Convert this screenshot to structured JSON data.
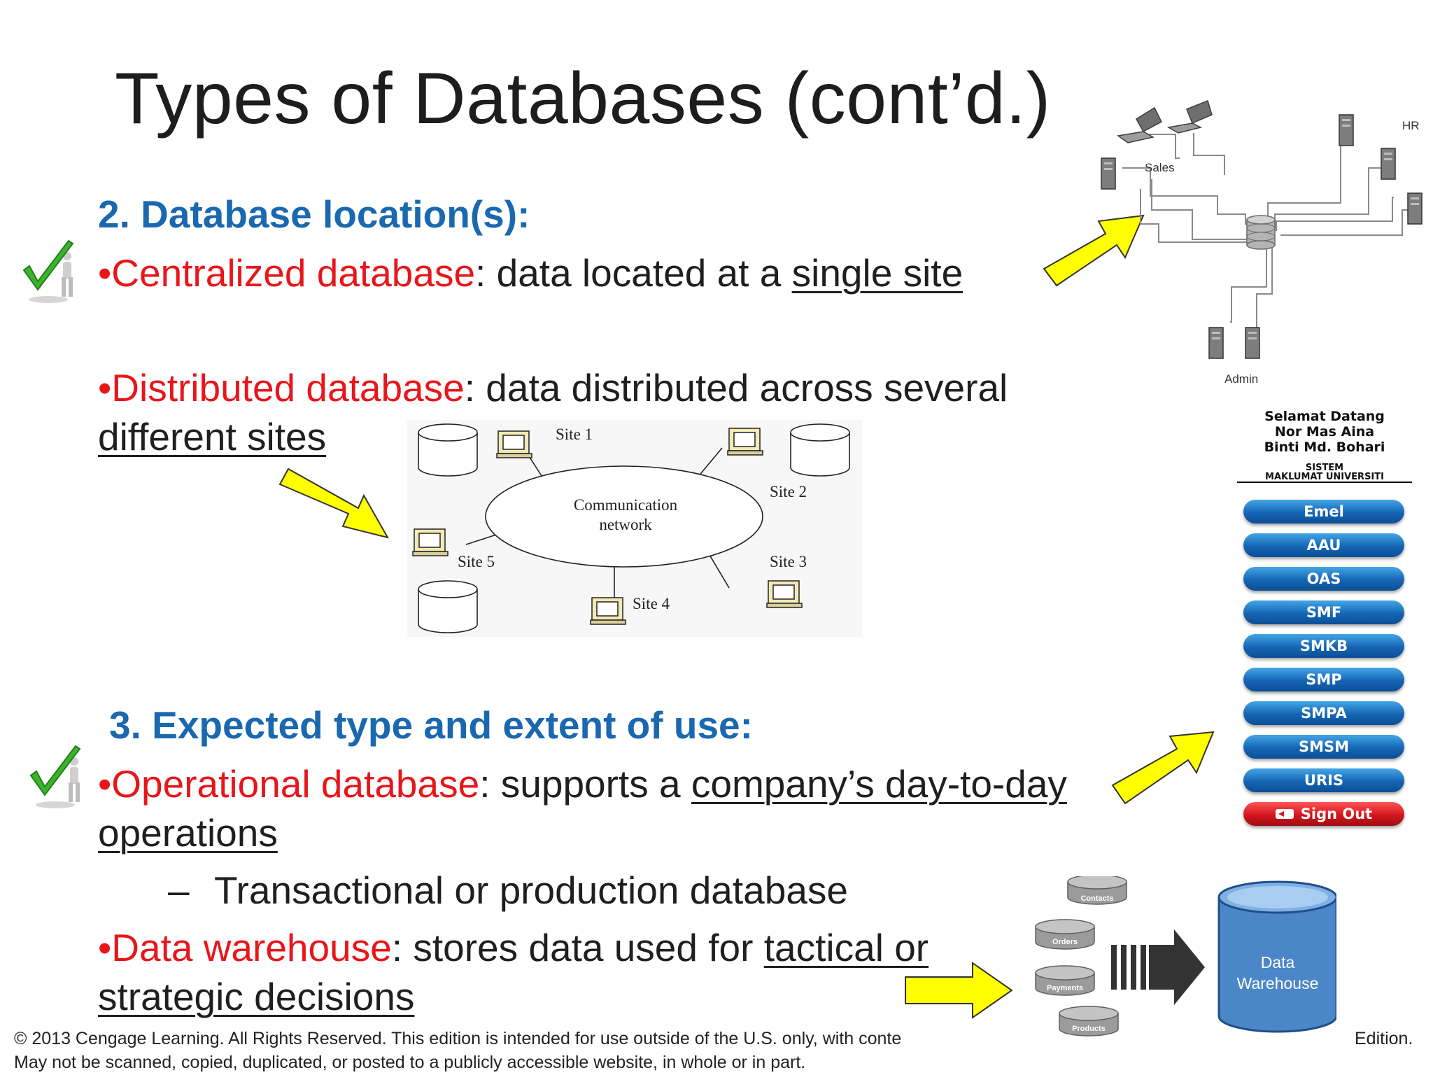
{
  "slide": {
    "title": "Types of Databases (cont’d.)",
    "section2": {
      "heading": "2. Database location(s):",
      "centralized": {
        "term": "•Centralized database",
        "colon": ": data located at a ",
        "link": "single site"
      },
      "distributed": {
        "term": "•Distributed database",
        "colon": ": data distributed across several",
        "line2": "different sites"
      }
    },
    "section3": {
      "heading": "3. Expected type and extent of use:",
      "operational": {
        "term": "•Operational database",
        "colon": ": supports a ",
        "link1": "company’s day-to-day",
        "link2": "operations"
      },
      "subitem": {
        "dash": "–",
        "text": "Transactional or production database"
      },
      "warehouse": {
        "term": "•Data warehouse",
        "colon": ": stores data used for ",
        "link1": "tactical or",
        "link2": "strategic decisions"
      }
    }
  },
  "network_diagram": {
    "labels": {
      "sales": "Sales",
      "hr": "HR",
      "admin": "Admin"
    }
  },
  "distributed_diagram": {
    "center": [
      "Communication",
      "network"
    ],
    "sites": [
      "Site 1",
      "Site 2",
      "Site 3",
      "Site 4",
      "Site 5"
    ]
  },
  "portal_menu": {
    "welcome": [
      "Selamat Datang",
      "Nor Mas Aina",
      "Binti Md. Bohari"
    ],
    "system": [
      "SISTEM",
      "MAKLUMAT UNIVERSITI"
    ],
    "items": [
      "Emel",
      "AAU",
      "OAS",
      "SMF",
      "SMKB",
      "SMP",
      "SMPA",
      "SMSM",
      "URIS"
    ],
    "signout": "Sign Out"
  },
  "warehouse_diagram": {
    "sources": [
      "Contacts",
      "Orders",
      "Payments",
      "Products"
    ],
    "target": [
      "Data",
      "Warehouse"
    ]
  },
  "footer": {
    "line1_left": "© 2013 Cengage Learning. All Rights Reserved. This edition is intended for use outside of the U.S. only, with conte",
    "line1_right": "Edition.",
    "line2": "May not be scanned, copied, duplicated, or posted to a publicly accessible website, in whole or in part."
  },
  "colors": {
    "heading_blue": "#1a68b0",
    "term_red": "#e8161b",
    "arrow_yellow": "#ffff00"
  }
}
